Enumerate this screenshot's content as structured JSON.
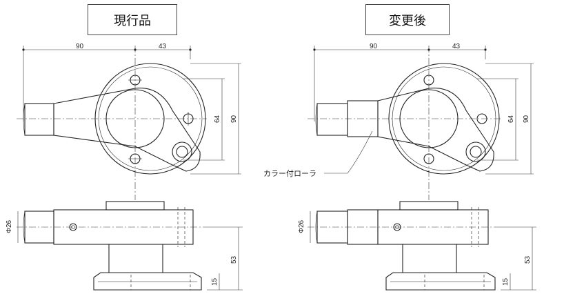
{
  "panels": {
    "before": {
      "title": "現行品"
    },
    "after": {
      "title": "変更後"
    }
  },
  "dimensions": {
    "width_left": "90",
    "width_right": "43",
    "hole_pitch": "64",
    "overall_height": "90",
    "shaft_diameter": "Φ26",
    "total_height": "53",
    "base_height": "15"
  },
  "callout": {
    "collar_roller": "カラー付ローラ"
  }
}
